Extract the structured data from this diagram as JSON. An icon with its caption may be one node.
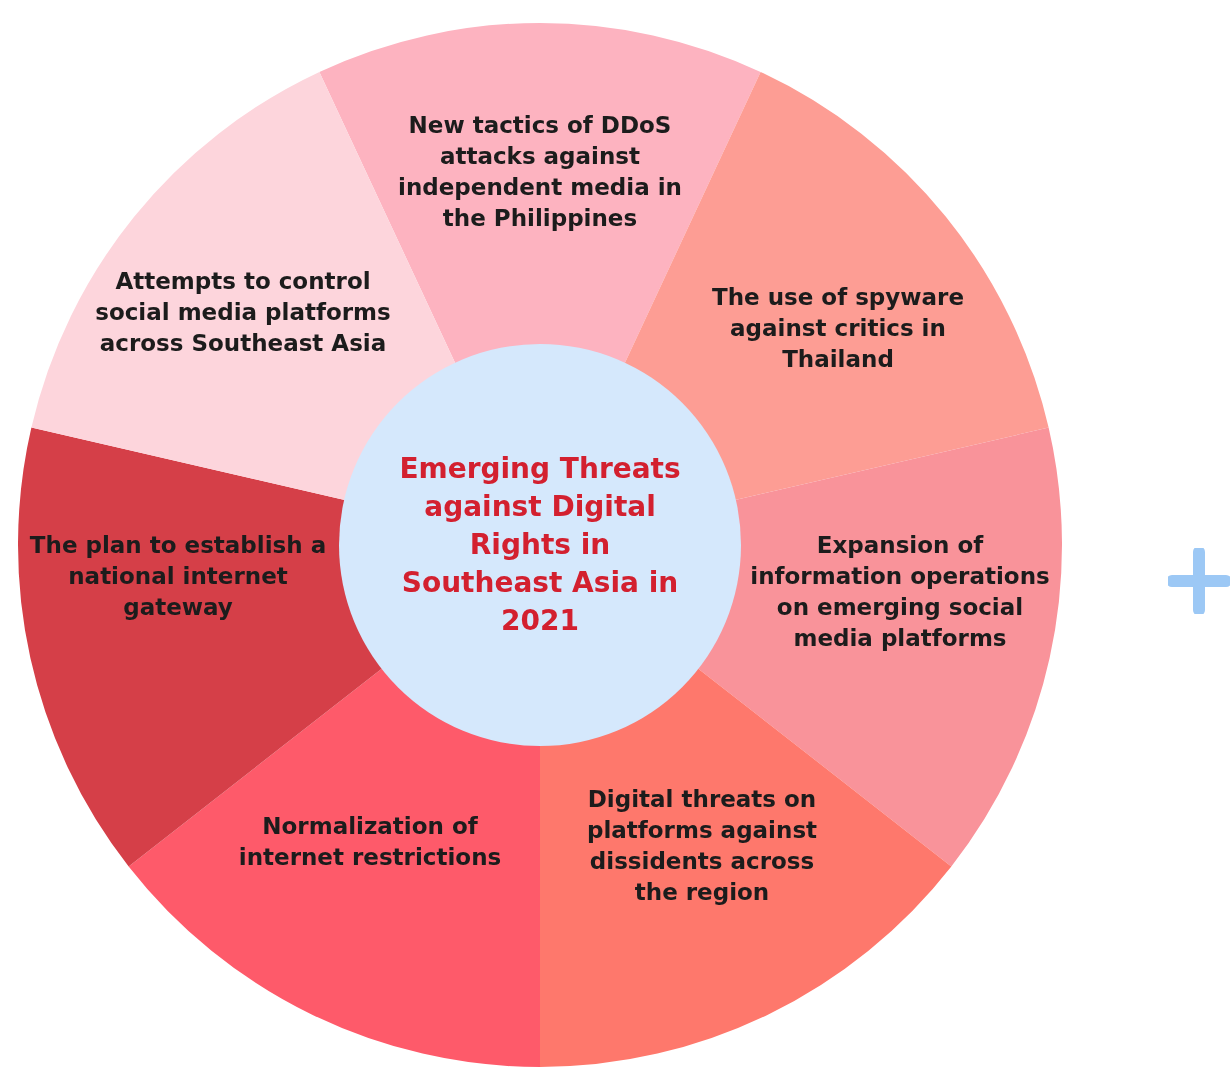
{
  "diagram": {
    "nodes": [
      {
        "text": [
          "Emerging Threats against Digital Rights in Southeast Asia in 2021"
        ]
      },
      {
        "text": [
          "New tactics of DDoS attacks against independent media in the Philippines"
        ]
      },
      {
        "text": [
          "The use of spyware against critics in Thailand"
        ]
      },
      {
        "text": [
          "Expansion of information operations on emerging social media platforms"
        ]
      },
      {
        "text": [
          "Digital threats on platforms against dissidents across the region"
        ]
      },
      {
        "text": [
          "Normalization of internet restrictions"
        ]
      },
      {
        "text": [
          "The plan to establish a national internet gateway"
        ]
      },
      {
        "text": [
          "Attempts to control social media platforms across Southeast Asia"
        ]
      }
    ]
  }
}
